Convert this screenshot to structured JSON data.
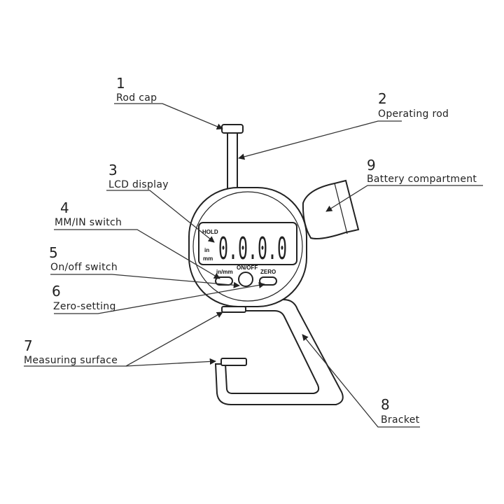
{
  "callouts": [
    {
      "number": "1",
      "label": "Rod cap"
    },
    {
      "number": "2",
      "label": "Operating rod"
    },
    {
      "number": "3",
      "label": "LCD display"
    },
    {
      "number": "4",
      "label": "MM/IN switch"
    },
    {
      "number": "5",
      "label": "On/off switch"
    },
    {
      "number": "6",
      "label": "Zero-setting"
    },
    {
      "number": "7",
      "label": "Measuring surface"
    },
    {
      "number": "8",
      "label": "Bracket"
    },
    {
      "number": "9",
      "label": "Battery compartment"
    }
  ],
  "device": {
    "display_digits": "0.0.0.0",
    "hold_text": "HOLD",
    "unit_in": "in",
    "unit_mm": "mm",
    "btn_inmm": "in/mm",
    "btn_onoff": "ON/OFF",
    "btn_zero": "ZERO"
  }
}
